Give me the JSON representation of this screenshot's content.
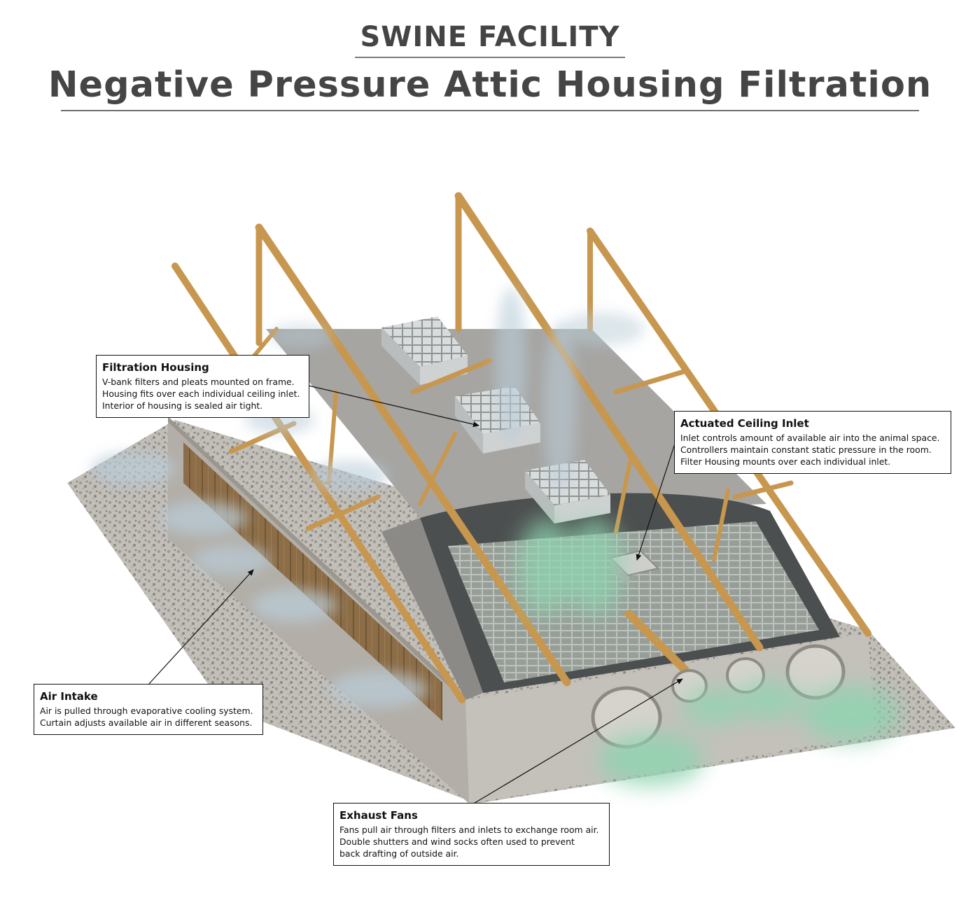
{
  "header": {
    "super_title": "SWINE FACILITY",
    "title": "Negative Pressure Attic Housing Filtration"
  },
  "callouts": {
    "filtration_housing": {
      "title": "Filtration Housing",
      "lines": [
        "V-bank filters and pleats mounted on frame.",
        "Housing fits over each individual ceiling inlet.",
        "Interior of housing is sealed air tight."
      ]
    },
    "actuated_ceiling_inlet": {
      "title": "Actuated Ceiling Inlet",
      "lines": [
        "Inlet controls amount of available air into the animal space.",
        "Controllers maintain constant static pressure in the room.",
        "Filter Housing mounts over each individual inlet."
      ]
    },
    "air_intake": {
      "title": "Air Intake",
      "lines": [
        "Air is pulled through evaporative cooling system.",
        "Curtain adjusts available air in different seasons."
      ]
    },
    "exhaust_fans": {
      "title": "Exhaust Fans",
      "lines": [
        "Fans pull air through filters and inlets to exchange room air.",
        "Double shutters and wind socks often used to prevent",
        "back drafting of outside air."
      ]
    }
  },
  "colors": {
    "title_gray": "#454545",
    "timber": "#c8974f",
    "timber_dark": "#9a6e32",
    "concrete": "#bfbcb6",
    "gravel": "#9a968f",
    "intake_air": "#b9cdd8",
    "exhaust_air": "#8fd4b0",
    "curtain": "#8a6a42"
  }
}
